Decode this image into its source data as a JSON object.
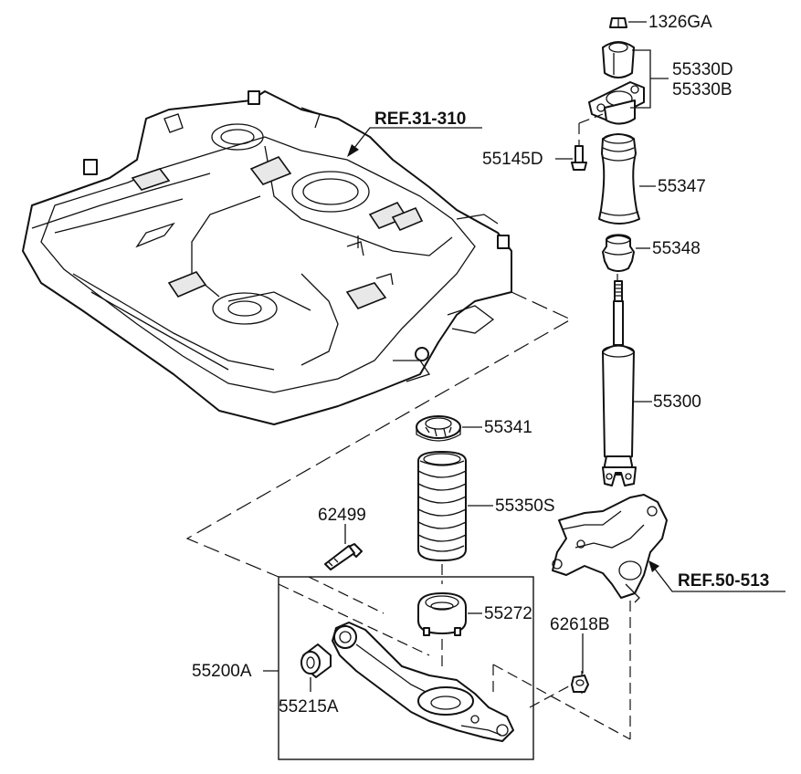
{
  "refs": {
    "tank_ref": "REF.31-310",
    "knuckle_ref": "REF.50-513"
  },
  "parts": {
    "nut_top": "1326GA",
    "mount_d": "55330D",
    "mount_b": "55330B",
    "bolt_mount": "55145D",
    "dust_cover": "55347",
    "bump_stopper": "55348",
    "shock_absorber": "55300",
    "upper_spring_pad": "55341",
    "coil_spring": "55350S",
    "bolt_arm": "62499",
    "lower_spring_pad": "55272",
    "nut_arm": "62618B",
    "lower_arm": "55200A",
    "bushing": "55215A"
  }
}
